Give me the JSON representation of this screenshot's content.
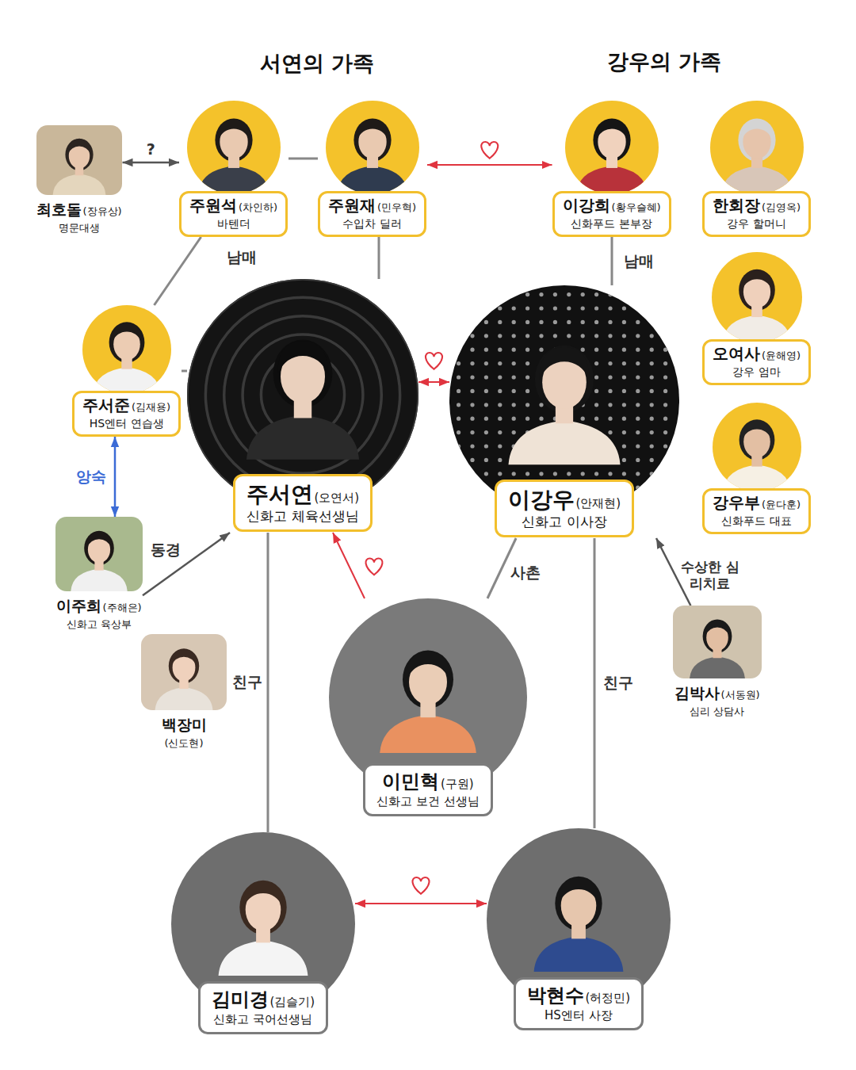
{
  "diagram": {
    "nodes": [
      {
        "text": [
          "서연의 가족"
        ]
      },
      {
        "text": [
          "강우의 가족"
        ]
      },
      {
        "text": [
          "최호돌",
          "(장유상)",
          "명문대생"
        ]
      },
      {
        "text": [
          "주원석",
          "(차인하)",
          "바텐더"
        ],
        "in": 0
      },
      {
        "text": [
          "주원재",
          "(민우혁)",
          "수입차 딜러"
        ],
        "in": 0
      },
      {
        "text": [
          "이강희",
          "(황우슬혜)",
          "신화푸드 본부장"
        ],
        "in": 1
      },
      {
        "text": [
          "한회장",
          "(김영옥)",
          "강우 할머니"
        ],
        "in": 1
      },
      {
        "text": [
          "오여사",
          "(윤해영)",
          "강우 엄마"
        ],
        "in": 1
      },
      {
        "text": [
          "주서준",
          "(김재용)",
          "HS엔터 연습생"
        ],
        "in": 0
      },
      {
        "text": [
          "주서연",
          "(오연서)",
          "신화고 체육선생님"
        ],
        "in": 0
      },
      {
        "text": [
          "이강우",
          "(안재현)",
          "신화고 이사장"
        ],
        "in": 1
      },
      {
        "text": [
          "강우부",
          "(윤다훈)",
          "신화푸드 대표"
        ],
        "in": 1
      },
      {
        "text": [
          "이주희",
          "(주해은)",
          "신화고 육상부"
        ]
      },
      {
        "text": [
          "백장미",
          "(신도현)"
        ]
      },
      {
        "text": [
          "이민혁",
          "(구원)",
          "신화고 보건 선생님"
        ]
      },
      {
        "text": [
          "김박사",
          "(서동원)",
          "심리 상담사"
        ]
      },
      {
        "text": [
          "김미경",
          "(김슬기)",
          "신화고 국어선생님"
        ]
      },
      {
        "text": [
          "박현수",
          "(허정민)",
          "HS엔터 사장"
        ]
      }
    ],
    "edges": [
      {
        "from": 2,
        "to": 3,
        "label": "?",
        "arrow": "both"
      },
      {
        "from": 3,
        "to": 4,
        "arrow": "none"
      },
      {
        "from": 4,
        "to": 5,
        "arrow": "both"
      },
      {
        "from": 3,
        "to": 8,
        "arrow": "none"
      },
      {
        "from": 4,
        "to": 9,
        "arrow": "none"
      },
      {
        "from": 8,
        "to": 9,
        "arrow": "none"
      },
      {
        "from": 5,
        "to": 10,
        "label": "남매",
        "arrow": "none"
      },
      {
        "from": 9,
        "to": 10,
        "arrow": "both"
      },
      {
        "from": 8,
        "to": 12,
        "label": "앙숙",
        "arrow": "both"
      },
      {
        "from": 12,
        "to": 9,
        "label": "동경",
        "arrow": "to"
      },
      {
        "from": 14,
        "to": 9,
        "arrow": "to"
      },
      {
        "from": 14,
        "to": 10,
        "label": "사촌",
        "arrow": "none"
      },
      {
        "from": 15,
        "to": 10,
        "label": "수상한 심리치료",
        "arrow": "to"
      },
      {
        "from": 9,
        "to": 16,
        "label": "친구",
        "arrow": "none"
      },
      {
        "from": 10,
        "to": 17,
        "label": "친구",
        "arrow": "none"
      },
      {
        "from": 16,
        "to": 17,
        "arrow": "both"
      }
    ],
    "labels": [
      "남매"
    ]
  }
}
